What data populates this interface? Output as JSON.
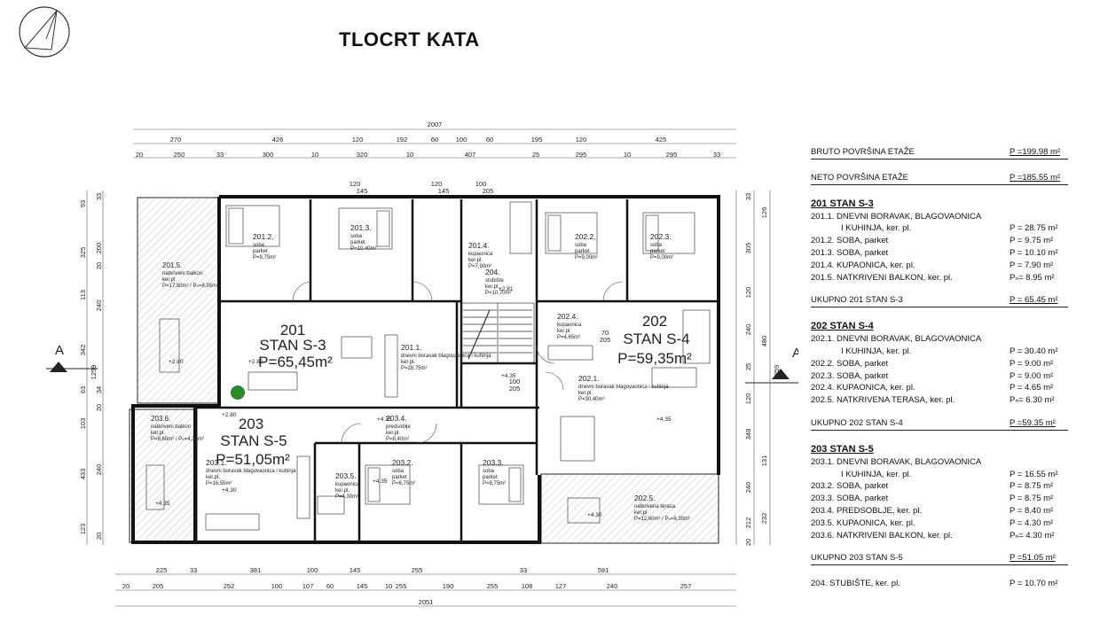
{
  "title": "TLOCRT KATA",
  "icons": {
    "north_arrow": "north-arrow-icon",
    "section_marker": "section-marker-icon"
  },
  "dimensions": {
    "top_total": "2007",
    "top_row1": [
      "270",
      "426",
      "120",
      "192",
      "60",
      "100",
      "60",
      "195",
      "120",
      "425"
    ],
    "top_row2": [
      "20",
      "250",
      "33",
      "300",
      "10",
      "320",
      "10",
      "407",
      "25",
      "295",
      "10",
      "295",
      "33"
    ],
    "bottom_row1": [
      "225",
      "33",
      "381",
      "100",
      "145",
      "255",
      "33",
      "591"
    ],
    "bottom_row2": [
      "20",
      "205",
      "252",
      "100",
      "107",
      "60",
      "145",
      "10",
      "255",
      "190",
      "255",
      "108",
      "127",
      "240",
      "257"
    ],
    "bottom_total": "2051",
    "left_outer": [
      "93",
      "325",
      "113",
      "342",
      "63",
      "103",
      "433",
      "123"
    ],
    "left_inner": [
      "33",
      "200",
      "20",
      "240",
      "34",
      "20",
      "240",
      "20"
    ],
    "right_inner": [
      "33",
      "305",
      "120",
      "240",
      "25",
      "120",
      "348",
      "240",
      "212",
      "20"
    ],
    "right_outer": [
      "126",
      "480",
      "131",
      "232"
    ],
    "side_total_left": "1259",
    "side_total_right": "1259",
    "small": [
      "120",
      "145",
      "120",
      "145",
      "100",
      "205",
      "70",
      "205",
      "100",
      "205"
    ]
  },
  "section_label": "A",
  "units": [
    {
      "number": "201",
      "name": "STAN S-3",
      "area": "P=65,45m²"
    },
    {
      "number": "202",
      "name": "STAN S-4",
      "area": "P=59,35m²"
    },
    {
      "number": "203",
      "name": "STAN S-5",
      "area": "P=51,05m²"
    }
  ],
  "rooms": [
    {
      "id": "201.2.",
      "name": "soba",
      "floor": "parket",
      "area": "P=9,75m²"
    },
    {
      "id": "201.3.",
      "name": "soba",
      "floor": "parket",
      "area": "P=10,40m²"
    },
    {
      "id": "201.4.",
      "name": "kupaonica",
      "floor": "ker.pl.",
      "area": "P=7,90m²"
    },
    {
      "id": "201.5.",
      "name": "natkriveni balkon",
      "floor": "ker.pl.",
      "area": "P=17,80m² / Pₙ=8,95m²"
    },
    {
      "id": "201.1.",
      "name": "dnevni boravak blagovaonica i kuhinja",
      "floor": "ker.pl.",
      "area": "P=28,75m²"
    },
    {
      "id": "204.",
      "name": "stubište",
      "floor": "ker.pl.",
      "area": "P=10,70m²"
    },
    {
      "id": "202.2.",
      "name": "soba",
      "floor": "parket",
      "area": "P=9,00m²"
    },
    {
      "id": "202.3.",
      "name": "soba",
      "floor": "parket",
      "area": "P=9,00m²"
    },
    {
      "id": "202.4.",
      "name": "kupaonica",
      "floor": "ker.pl.",
      "area": "P=4,65m²"
    },
    {
      "id": "202.1.",
      "name": "dnevni boravak blagovaonica i kuhinja",
      "floor": "ker.pl.",
      "area": "P=30,40m²"
    },
    {
      "id": "202.5.",
      "name": "natkrivena terasa",
      "floor": "ker.pl.",
      "area": "P=12,60m² / Pₙ=6,30m²"
    },
    {
      "id": "203.6.",
      "name": "natkriveni balkon",
      "floor": "ker.pl.",
      "area": "P=8,60m² / Pₙ=4,30m²"
    },
    {
      "id": "203.4.",
      "name": "predsoblje",
      "floor": "ker.pl.",
      "area": "P=8,40m²"
    },
    {
      "id": "203.1.",
      "name": "dnevni boravak blagovaonica i kuhinja",
      "floor": "ker.pl.",
      "area": "P=16,55m²"
    },
    {
      "id": "203.5.",
      "name": "kupaonica",
      "floor": "ker.pl.",
      "area": "P=4,30m²"
    },
    {
      "id": "203.2.",
      "name": "soba",
      "floor": "parket",
      "area": "P=8,75m²"
    },
    {
      "id": "203.3.",
      "name": "soba",
      "floor": "parket",
      "area": "P=8,75m²"
    }
  ],
  "levels": [
    "+2.80",
    "+2.80",
    "+2.80",
    "+4.35",
    "+4.30",
    "+4.35",
    "+4.30",
    "+4.35",
    "+4.35",
    "+2.81",
    "+4.35"
  ],
  "legend": {
    "bruto": {
      "label": "BRUTO POVRŠINA ETAŽE",
      "value": "P =199.98 m²"
    },
    "neto": {
      "label": "NETO POVRŠINA ETAŽE",
      "value": "P =185.55 m²"
    },
    "groups": [
      {
        "heading": "201 STAN S-3",
        "items": [
          {
            "label": "201.1. DNEVNI BORAVAK, BLAGOVAONICA",
            "value": ""
          },
          {
            "label": "I KUHINJA, ker. pl.",
            "value": "P = 28.75 m²",
            "indent": true
          },
          {
            "label": "201.2. SOBA, parket",
            "value": "P = 9.75 m²"
          },
          {
            "label": "201.3. SOBA, parket",
            "value": "P = 10.10 m²"
          },
          {
            "label": "201.4. KUPAONICA, ker. pl.",
            "value": "P = 7.90 m²"
          },
          {
            "label": "201.5. NATKRIVENI BALKON, ker. pl.",
            "value": "Pₙ= 8.95 m²"
          }
        ],
        "total": {
          "label": "UKUPNO 201 STAN S-3",
          "value": "P = 65.45 m²"
        }
      },
      {
        "heading": "202 STAN S-4",
        "items": [
          {
            "label": "202.1. DNEVNI BORAVAK, BLAGOVAONICA",
            "value": ""
          },
          {
            "label": "I KUHINJA, ker. pl.",
            "value": "P = 30.40 m²",
            "indent": true
          },
          {
            "label": "202.2. SOBA, parket",
            "value": "P = 9.00 m²"
          },
          {
            "label": "202.3. SOBA, parket",
            "value": "P = 9.00 m²"
          },
          {
            "label": "202.4. KUPAONICA, ker. pl.",
            "value": "P = 4.65 m²"
          },
          {
            "label": "202.5. NATKRIVENA TERASA, ker. pl.",
            "value": "Pₙ= 6.30 m²"
          }
        ],
        "total": {
          "label": "UKUPNO 202 STAN S-4",
          "value": "P =59.35 m²"
        }
      },
      {
        "heading": "203 STAN S-5",
        "items": [
          {
            "label": "203.1. DNEVNI BORAVAK, BLAGOVAONICA",
            "value": ""
          },
          {
            "label": "I KUHINJA, ker. pl.",
            "value": "P = 16.55 m²",
            "indent": true
          },
          {
            "label": "203.2. SOBA, parket",
            "value": "P = 8.75 m²"
          },
          {
            "label": "203.3. SOBA, parket",
            "value": "P = 8.75 m²"
          },
          {
            "label": "203.4. PREDSOBLJE, ker. pl.",
            "value": "P = 8.40 m²"
          },
          {
            "label": "203.5. KUPAONICA, ker. pl.",
            "value": "P = 4.30 m²"
          },
          {
            "label": "203.6. NATKRIVENI BALKON, ker. pl.",
            "value": "Pₙ= 4.30 m²"
          }
        ],
        "total": {
          "label": "UKUPNO 203 STAN S-5",
          "value": "P =51.05 m²"
        }
      }
    ],
    "stair": {
      "label": "204. STUBIŠTE, ker. pl.",
      "value": "P = 10.70 m²"
    }
  }
}
